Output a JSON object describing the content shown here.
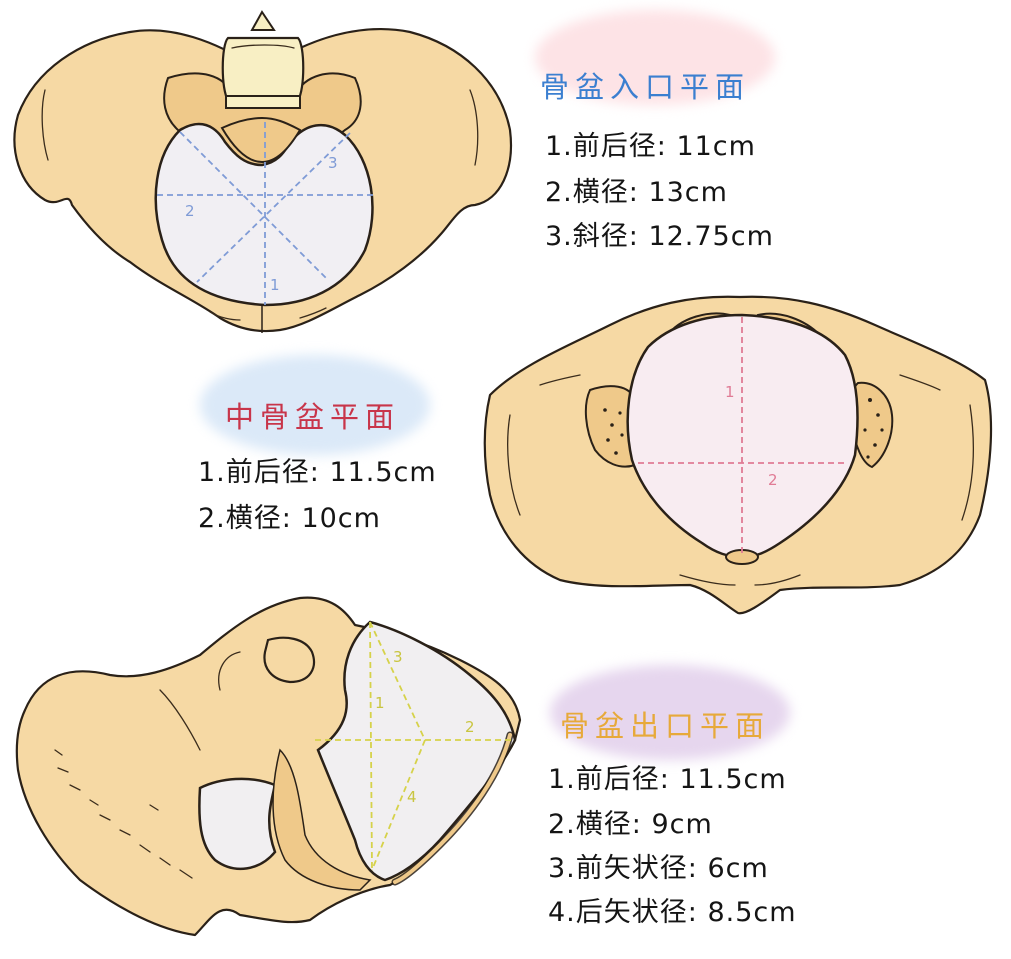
{
  "sections": {
    "inlet": {
      "title": "骨盆入口平面",
      "title_color": "#3b7fd0",
      "highlight_color": "#fde3e6",
      "items": [
        "1.前后径: 11cm",
        "2.横径: 13cm",
        "3.斜径: 12.75cm"
      ],
      "diagram_labels": [
        "1",
        "2",
        "3"
      ],
      "line_color": "#7f9bd6",
      "cavity_color": "#f1eff3"
    },
    "midplane": {
      "title": "中骨盆平面",
      "title_color": "#c8354a",
      "highlight_color": "#dbe9f8",
      "items": [
        "1.前后径: 11.5cm",
        "2.横径: 10cm"
      ],
      "diagram_labels": [
        "1",
        "2"
      ],
      "line_color": "#e07b95",
      "cavity_color": "#f8ecf1"
    },
    "outlet": {
      "title": "骨盆出口平面",
      "title_color": "#e7a93a",
      "highlight_color": "#e6d6ee",
      "items": [
        "1.前后径: 11.5cm",
        "2.横径: 9cm",
        "3.前矢状径: 6cm",
        "4.后矢状径: 8.5cm"
      ],
      "diagram_labels": [
        "1",
        "2",
        "3",
        "4"
      ],
      "line_color": "#d6d24a",
      "cavity_color": "#f1eff1"
    }
  },
  "colors": {
    "bone": "#f6d9a4",
    "bone_dark": "#efc98a",
    "vertebra": "#f8efc4",
    "outline": "#2a2118"
  }
}
